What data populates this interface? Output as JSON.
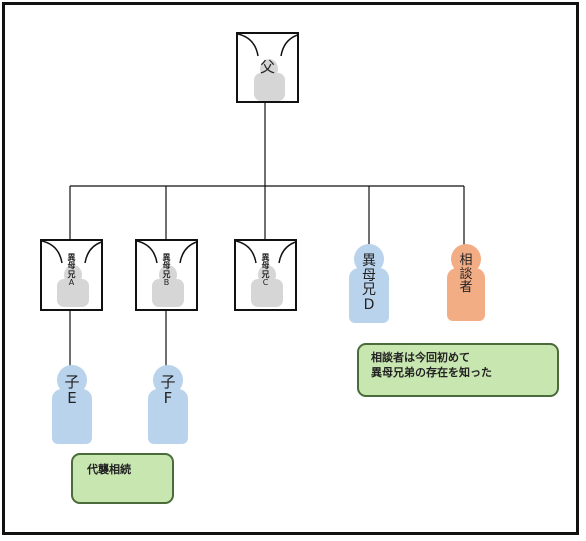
{
  "father": {
    "label": "父"
  },
  "half_siblings": [
    {
      "chars": [
        "異",
        "母",
        "兄"
      ],
      "letter": "A"
    },
    {
      "chars": [
        "異",
        "母",
        "兄"
      ],
      "letter": "B"
    },
    {
      "chars": [
        "異",
        "母",
        "兄"
      ],
      "letter": "C"
    }
  ],
  "half_sibling_d": {
    "chars": [
      "異",
      "母",
      "兄"
    ],
    "letter": "D"
  },
  "client": {
    "chars": [
      "相",
      "談",
      "者"
    ]
  },
  "children": [
    {
      "chars": [
        "子"
      ],
      "letter": "E"
    },
    {
      "chars": [
        "子"
      ],
      "letter": "F"
    }
  ],
  "notes": {
    "representation": "代襲相続",
    "client_note_line1": "相談者は今回初めて",
    "client_note_line2": "異母兄弟の存在を知った"
  },
  "colors": {
    "deceased_fill": "#d6d6d6",
    "person_blue": "#b9d3ec",
    "person_orange": "#f3ad85",
    "note_fill": "#c8e6b0",
    "note_border": "#4a6b3a"
  }
}
